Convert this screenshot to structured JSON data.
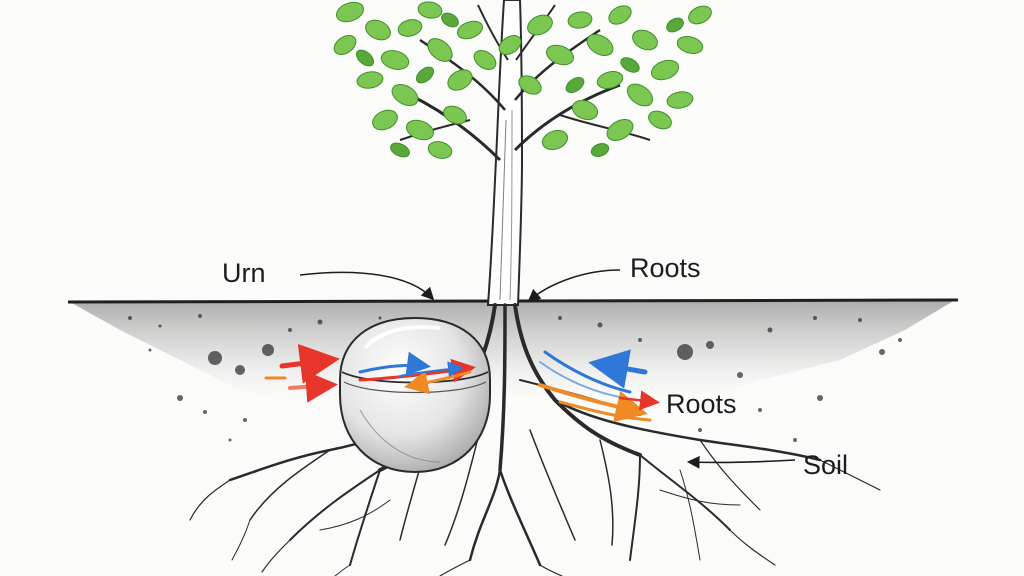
{
  "labels": {
    "urn": "Urn",
    "roots_top": "Roots",
    "roots_mid": "Roots",
    "soil": "Soil"
  },
  "colors": {
    "background": "#fbfbfa",
    "ink": "#2a2a2a",
    "leaf": "#6fbf4a",
    "leaf_dark": "#3f8f2c",
    "arrow_red": "#e8352b",
    "arrow_orange": "#ef8a25",
    "arrow_blue": "#2f78d8"
  },
  "icons": {
    "tree": "tree-illustration",
    "urn": "urn-sphere",
    "flow": "nutrient-flow-arrows"
  }
}
